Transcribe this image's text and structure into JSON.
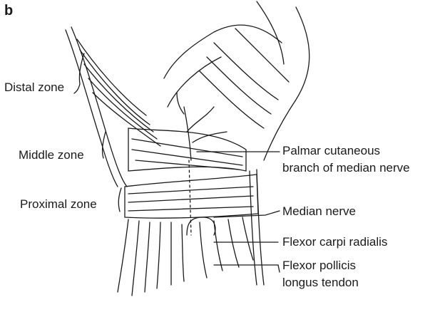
{
  "panel_label": "b",
  "labels": {
    "distal_zone": "Distal zone",
    "middle_zone": "Middle zone",
    "proximal_zone": "Proximal zone",
    "palmar_cutaneous_line1": "Palmar cutaneous",
    "palmar_cutaneous_line2": "branch of median nerve",
    "median_nerve": "Median nerve",
    "flexor_carpi_radialis": "Flexor carpi radialis",
    "flexor_pollicis_line1": "Flexor pollicis",
    "flexor_pollicis_line2": "longus tendon"
  },
  "colors": {
    "ink": "#1a1a1a",
    "background": "#ffffff"
  }
}
